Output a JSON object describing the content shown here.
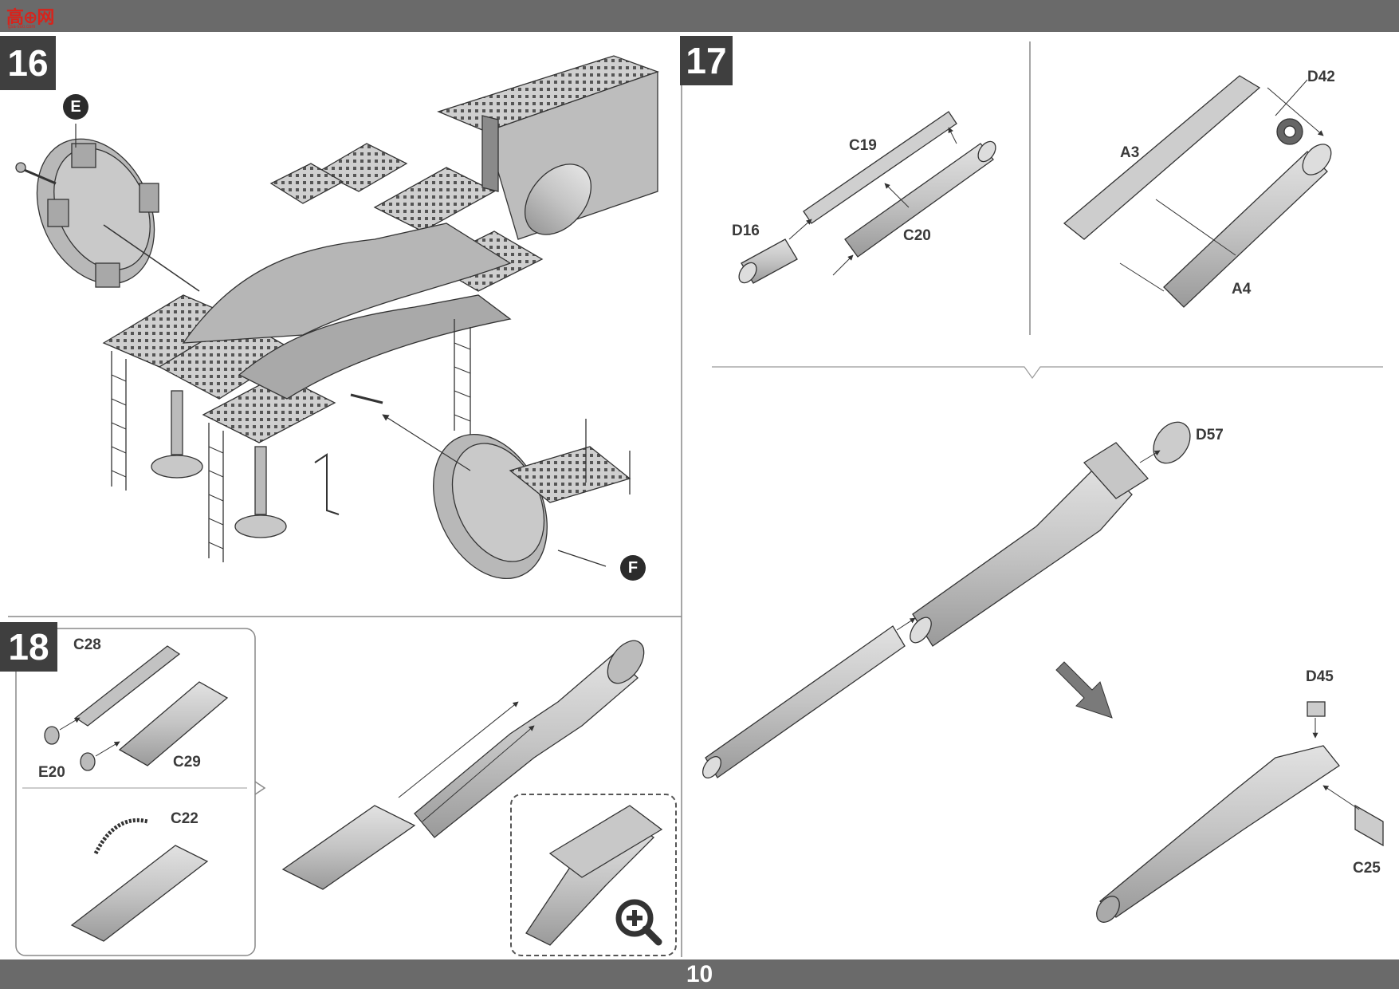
{
  "header": {
    "logo_text": "高⊕网",
    "logo_sub": "gsa-suo.com"
  },
  "footer": {
    "page_number": "10"
  },
  "steps": {
    "s16": {
      "number": "16",
      "callouts": {
        "e": "E",
        "f": "F"
      }
    },
    "s17": {
      "number": "17",
      "parts": {
        "c19": "C19",
        "d16": "D16",
        "c20": "C20",
        "a3": "A3",
        "d42": "D42",
        "a4": "A4",
        "d57": "D57",
        "d45": "D45",
        "c25": "C25"
      }
    },
    "s18": {
      "number": "18",
      "parts": {
        "c28": "C28",
        "c29": "C29",
        "e20": "E20",
        "c22": "C22"
      }
    }
  },
  "icons": {
    "zoom": "magnify-plus-icon",
    "arrow": "diagonal-arrow-icon"
  },
  "colors": {
    "bar": "#6a6a6a",
    "badge": "#3f3f3f",
    "part_fill": "#c9c9c9",
    "outline": "#333333"
  }
}
